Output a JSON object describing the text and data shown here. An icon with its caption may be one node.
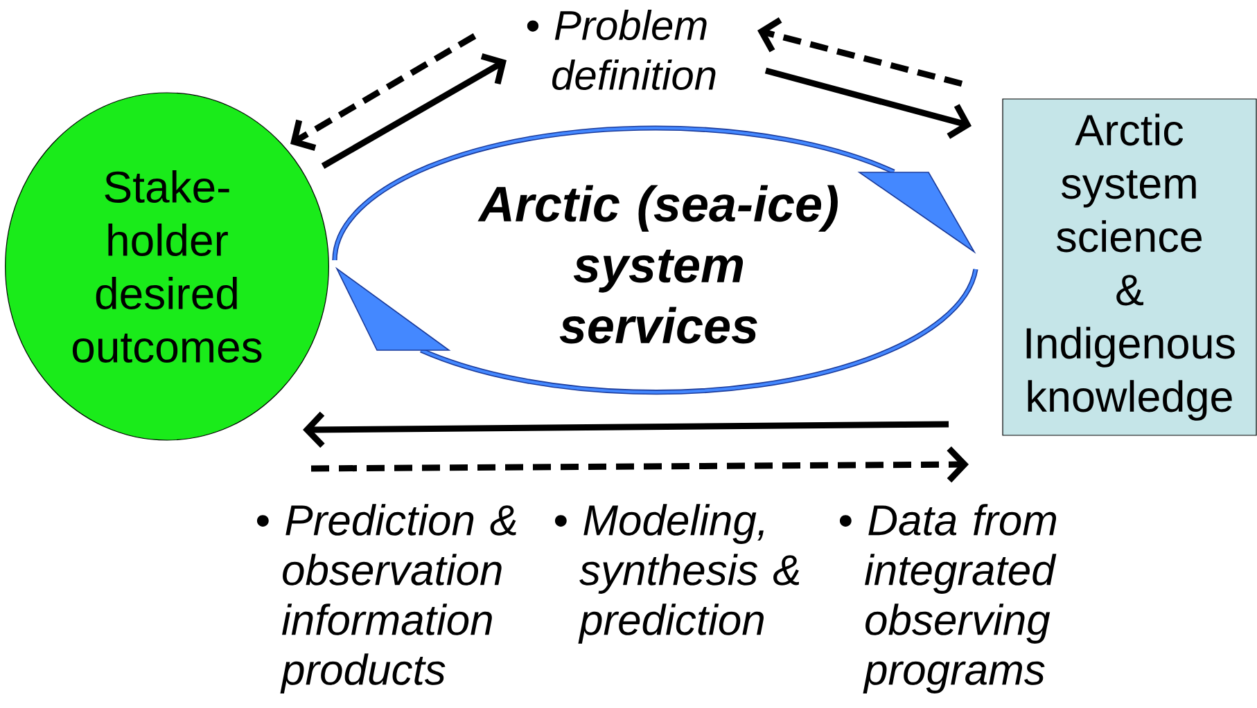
{
  "diagram": {
    "nodes": [
      {
        "text": [
          "• Problem definition"
        ]
      },
      {
        "text": [
          "Stake-holder desired outcomes"
        ]
      },
      {
        "text": [
          "Arctic system science & Indigenous knowledge"
        ]
      }
    ],
    "edges": [
      {
        "from": 1,
        "to": 0,
        "arrow": "to"
      },
      {
        "from": 0,
        "to": 1,
        "arrow": "to",
        "style": "dashed"
      },
      {
        "from": 0,
        "to": 2,
        "arrow": "to"
      },
      {
        "from": 2,
        "to": 0,
        "arrow": "to",
        "style": "dashed"
      },
      {
        "from": 2,
        "to": 1,
        "arrow": "to"
      },
      {
        "from": 1,
        "to": 2,
        "arrow": "to",
        "style": "dashed"
      }
    ],
    "labels": [
      "Arctic (sea-ice) system services",
      "• Prediction & observation information products",
      "• Modeling, synthesis & prediction",
      "• Data from integrated observing programs"
    ]
  }
}
